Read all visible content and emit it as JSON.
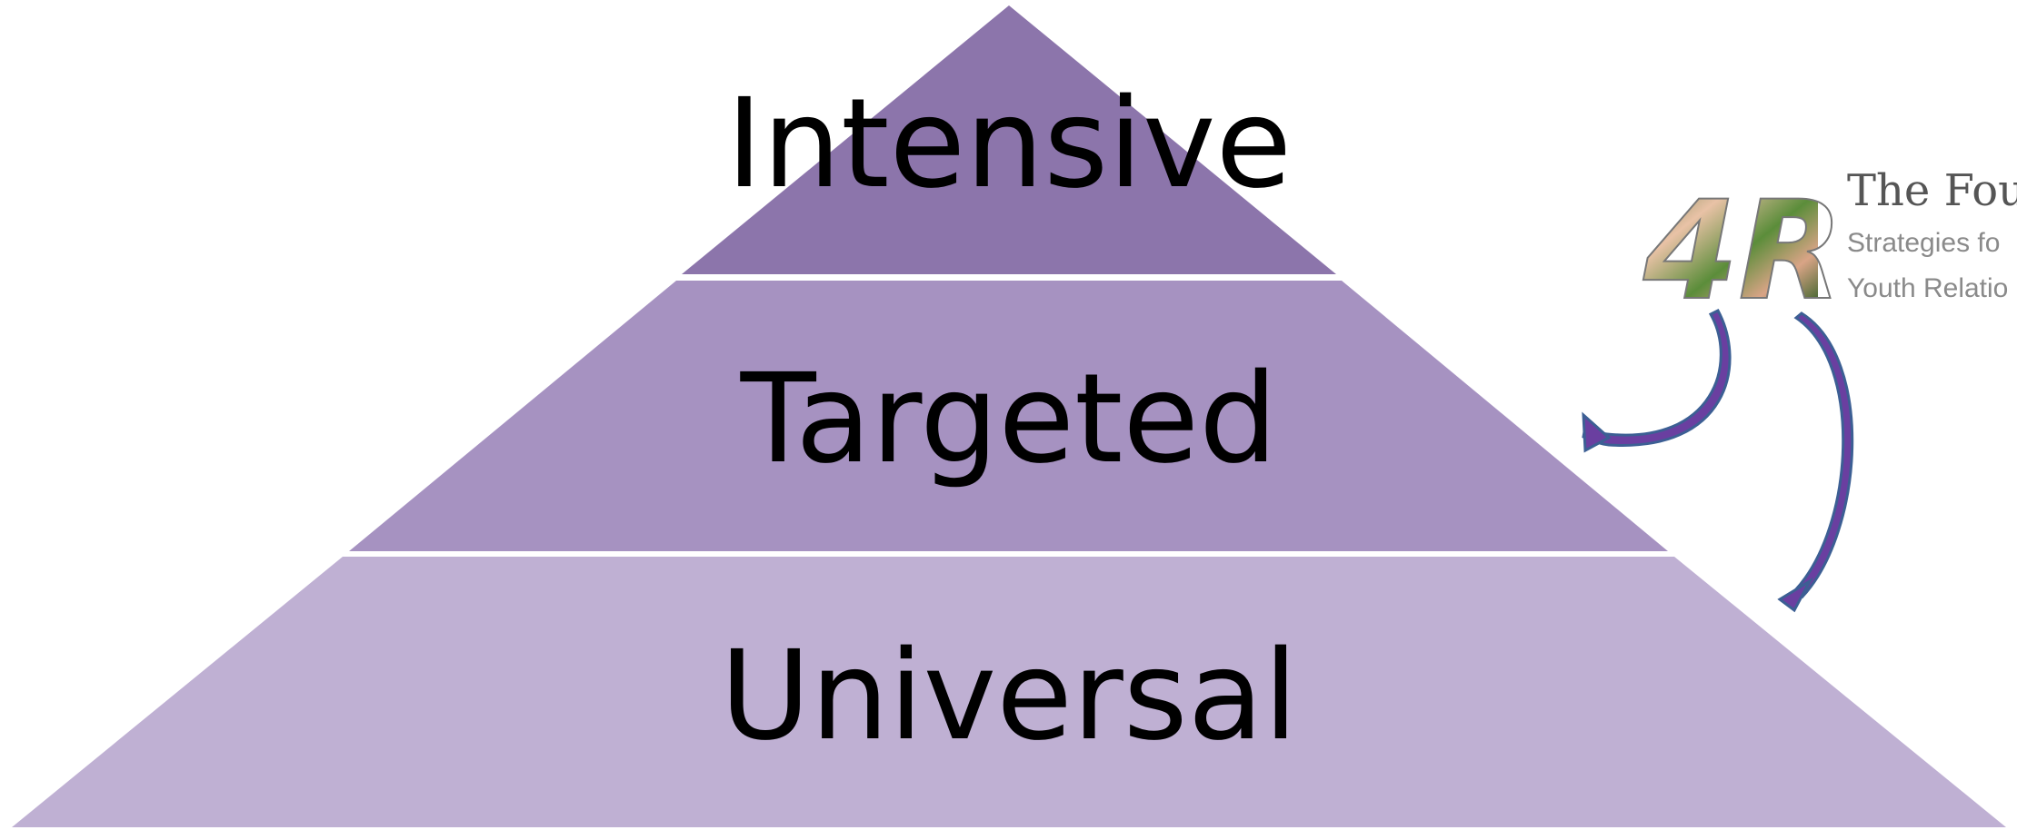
{
  "pyramid": {
    "tiers": [
      {
        "label": "Intensive",
        "color": "#8c75ab"
      },
      {
        "label": "Targeted",
        "color": "#a692c1"
      },
      {
        "label": "Universal",
        "color": "#bfb0d3"
      }
    ]
  },
  "brand": {
    "logo_text": "4R",
    "title": "The Fou",
    "subtitle_line1": "Strategies fo",
    "subtitle_line2": "Youth Relatio"
  },
  "colors": {
    "arrow_fill": "#6a3fa0",
    "arrow_outline": "#3c5f94",
    "divider": "#ffffff"
  }
}
